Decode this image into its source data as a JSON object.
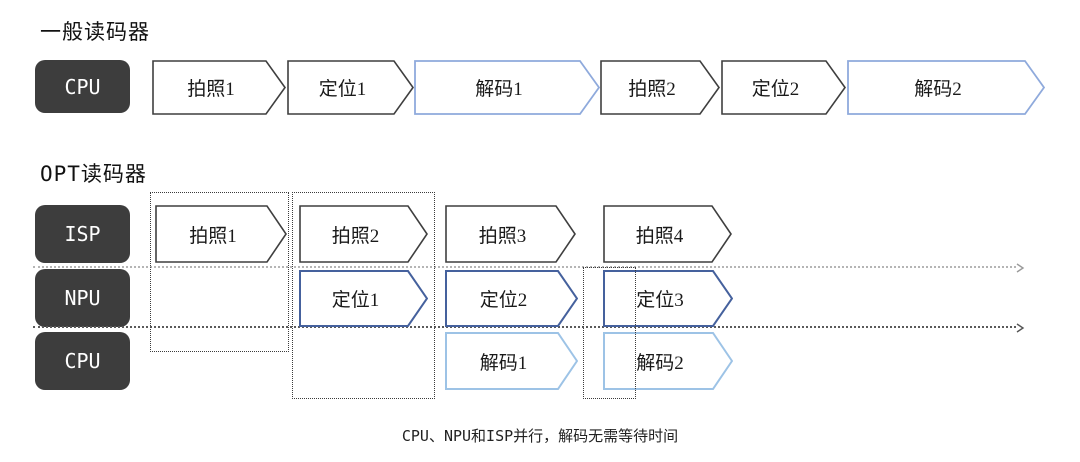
{
  "colors": {
    "lane_fill": "#3d3d3d",
    "dark_stroke": "#3f3f3f",
    "navy_stroke": "#45619d",
    "light_blue_stroke": "#8faadc",
    "opt_decode_stroke": "#9dc3e6",
    "axis1": "#b5b5b5",
    "axis2": "#5a5a5a"
  },
  "general": {
    "title": "一般读码器",
    "lane": "CPU",
    "blocks": [
      {
        "label": "拍照1"
      },
      {
        "label": "定位1"
      },
      {
        "label": "解码1"
      },
      {
        "label": "拍照2"
      },
      {
        "label": "定位2"
      },
      {
        "label": "解码2"
      }
    ]
  },
  "opt": {
    "title": "OPT读码器",
    "lanes": [
      "ISP",
      "NPU",
      "CPU"
    ],
    "isp_blocks": [
      {
        "label": "拍照1"
      },
      {
        "label": "拍照2"
      },
      {
        "label": "拍照3"
      },
      {
        "label": "拍照4"
      }
    ],
    "npu_blocks": [
      {
        "label": "定位1"
      },
      {
        "label": "定位2"
      },
      {
        "label": "定位3"
      }
    ],
    "cpu_blocks": [
      {
        "label": "解码1"
      },
      {
        "label": "解码2"
      }
    ]
  },
  "caption": "CPU、NPU和ISP并行，解码无需等待时间"
}
